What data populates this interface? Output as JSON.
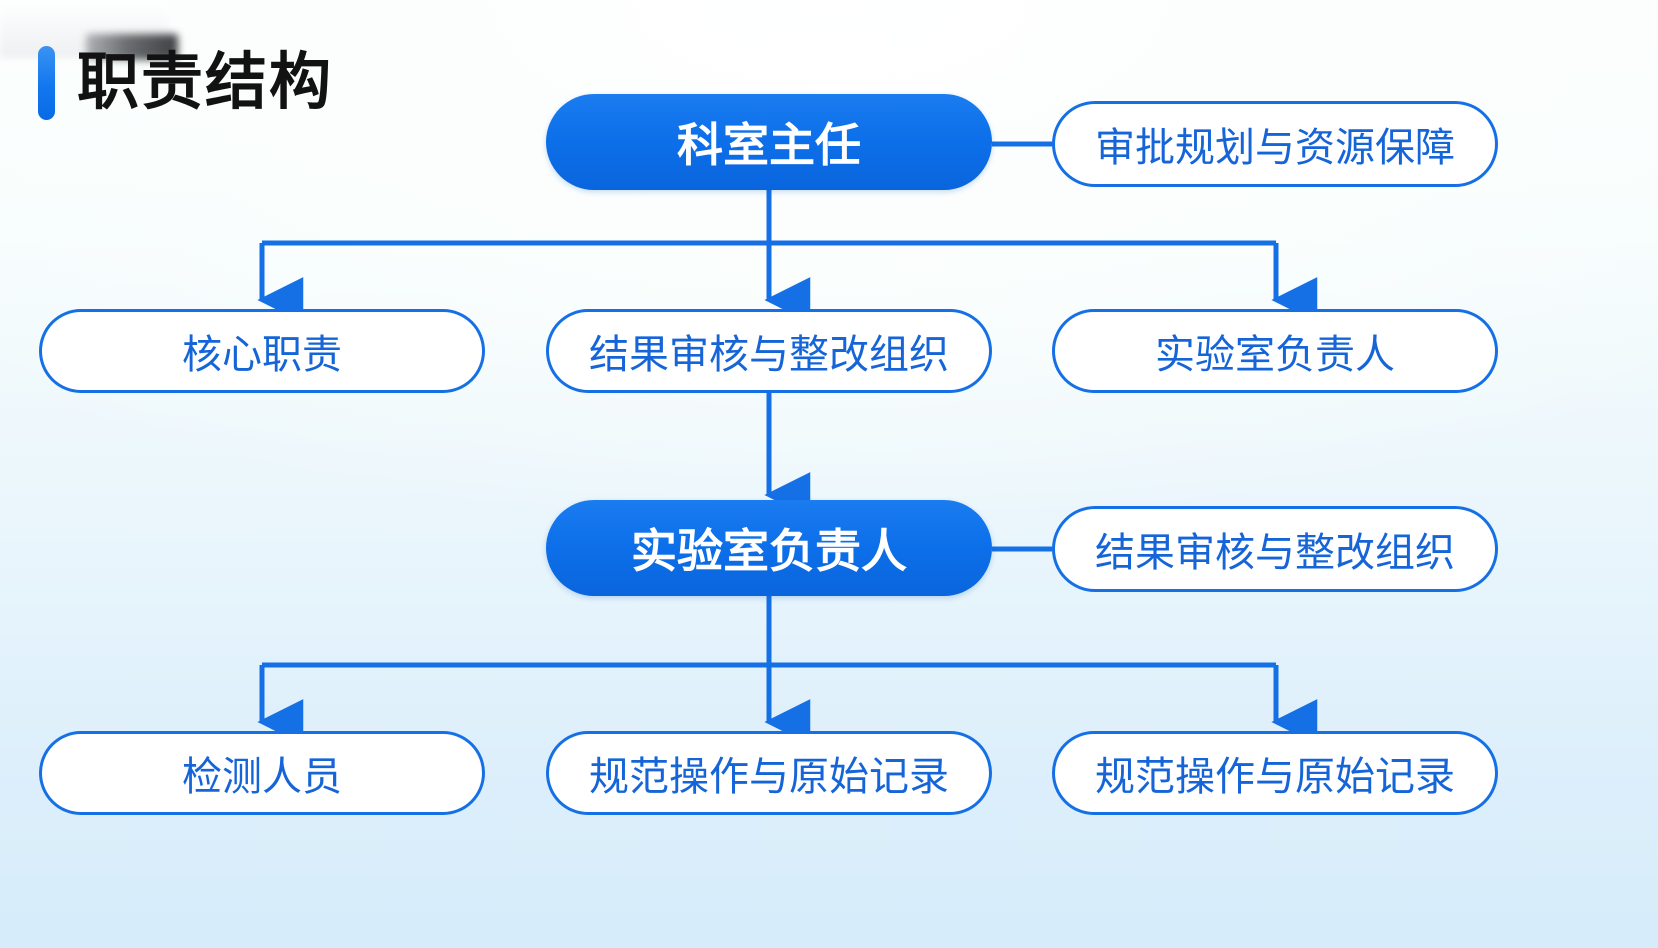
{
  "page": {
    "title": "职责结构",
    "accent_color": "#0c6fe9",
    "node_border_color": "#1570e6",
    "node_text_color": "#1565d8",
    "background_top": "#fdfffe",
    "background_bottom": "#d6ecfa"
  },
  "diagram": {
    "type": "org-chart",
    "levels": [
      {
        "id": "level-1",
        "primary": {
          "label": "科室主任"
        },
        "side": {
          "label": "审批规划与资源保障"
        },
        "children": [
          {
            "label": "核心职责"
          },
          {
            "label": "结果审核与整改组织"
          },
          {
            "label": "实验室负责人"
          }
        ]
      },
      {
        "id": "level-2",
        "primary": {
          "label": "实验室负责人"
        },
        "side": {
          "label": "结果审核与整改组织"
        },
        "children": [
          {
            "label": "检测人员"
          },
          {
            "label": "规范操作与原始记录"
          },
          {
            "label": "规范操作与原始记录"
          }
        ]
      }
    ]
  }
}
